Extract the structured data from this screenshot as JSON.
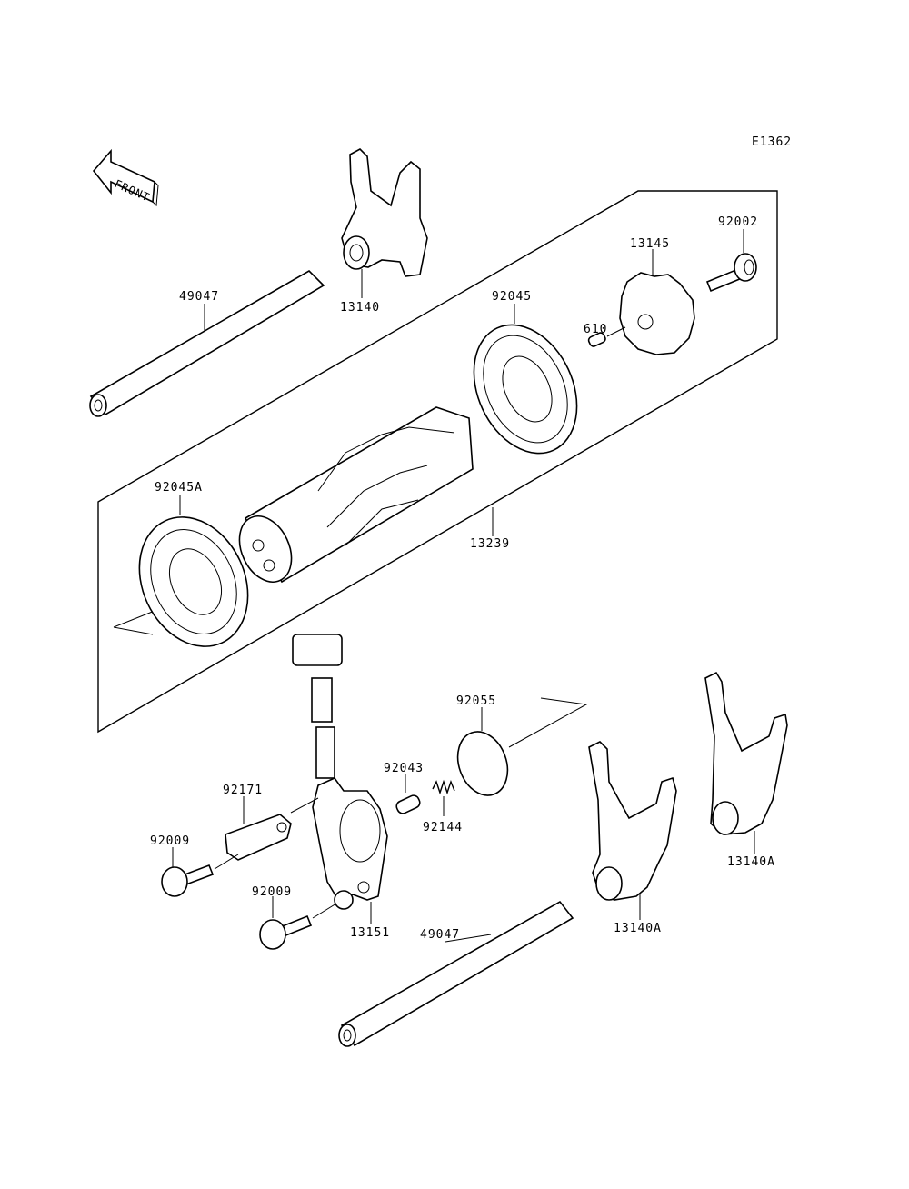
{
  "diagram_id": "E1362",
  "front_label": "FRONT",
  "callouts": {
    "p49047_top": "49047",
    "p13140": "13140",
    "p92045": "92045",
    "p13145": "13145",
    "p92002": "92002",
    "p610": "610",
    "p92045A": "92045A",
    "p13239": "13239",
    "p92055": "92055",
    "p92043": "92043",
    "p92144": "92144",
    "p92171": "92171",
    "p92009_a": "92009",
    "p92009_b": "92009",
    "p13151": "13151",
    "p49047_bottom": "49047",
    "p13140A_a": "13140A",
    "p13140A_b": "13140A"
  }
}
